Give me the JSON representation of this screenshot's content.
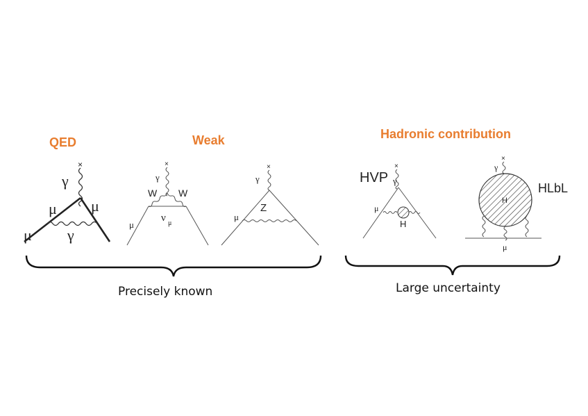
{
  "categories": {
    "qed": "QED",
    "weak": "Weak",
    "hadronic": "Hadronic contribution"
  },
  "braces": {
    "left_label": "Precisely known",
    "right_label": "Large uncertainty"
  },
  "labels": {
    "gamma": "γ",
    "mu": "μ",
    "W": "W",
    "nu": "ν",
    "nu_sub": "μ",
    "Z": "Z",
    "H": "H",
    "hvp": "HVP",
    "hlbl": "HLbL",
    "cross": "×"
  }
}
